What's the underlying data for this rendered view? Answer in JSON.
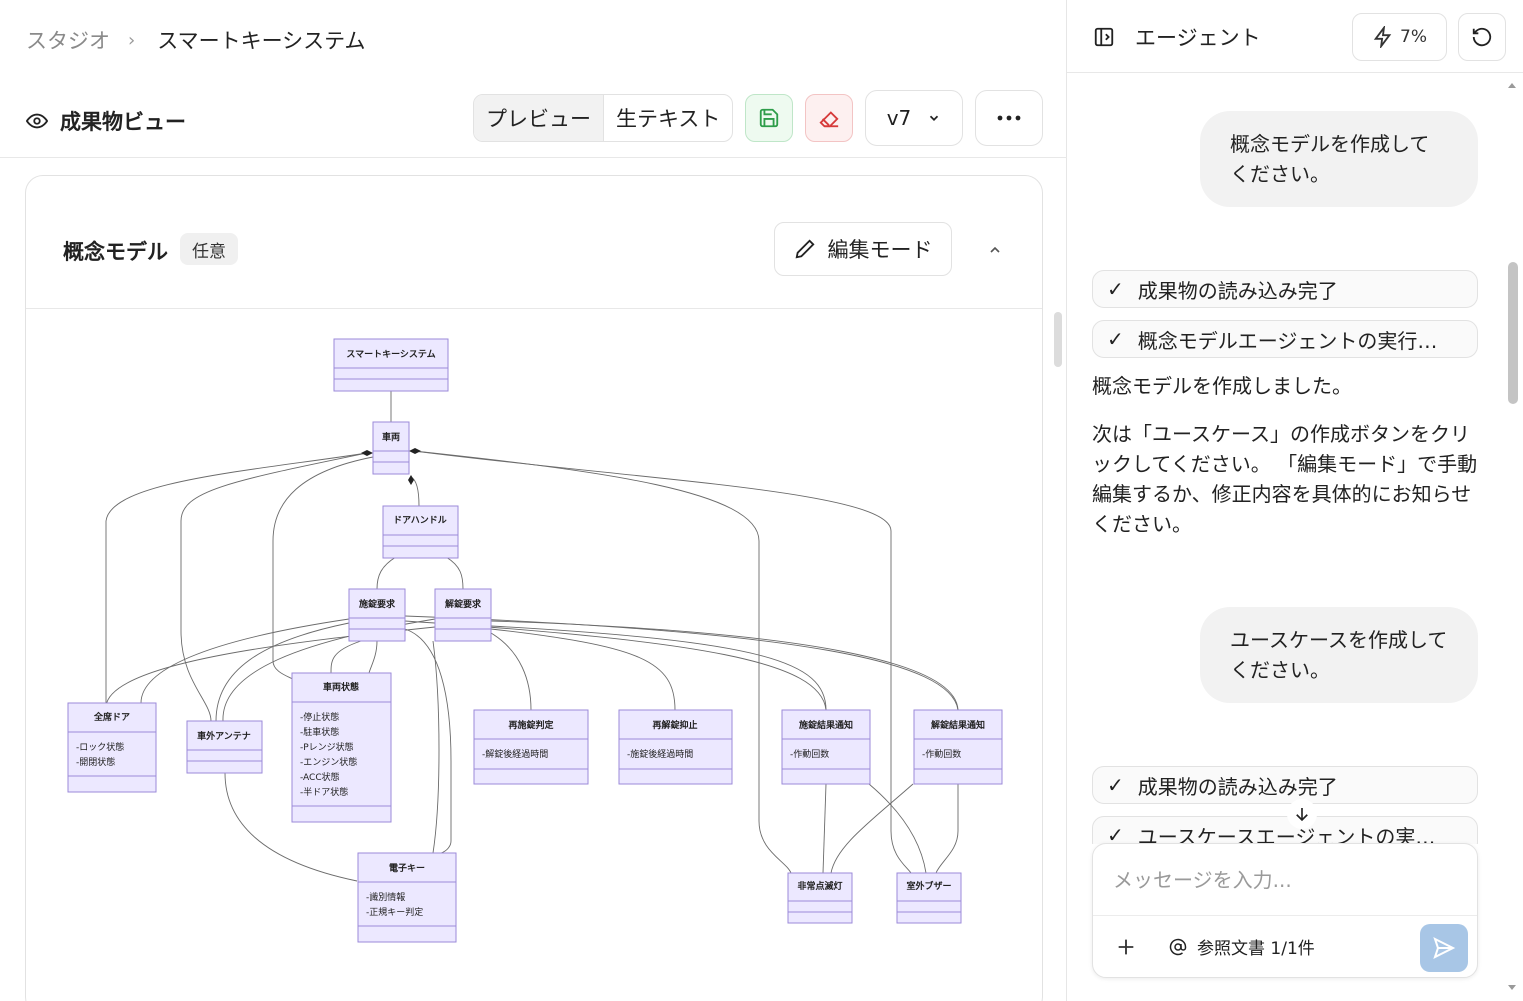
{
  "breadcrumb": {
    "root": "スタジオ",
    "current": "スマートキーシステム"
  },
  "view": {
    "title": "成果物ビュー",
    "tabs": [
      "プレビュー",
      "生テキスト"
    ],
    "version": "v7"
  },
  "card": {
    "title": "概念モデル",
    "badge": "任意",
    "edit_label": "編集モード"
  },
  "diagram": {
    "classes": [
      {
        "name": "スマートキーシステム",
        "attrs": []
      },
      {
        "name": "車両",
        "attrs": []
      },
      {
        "name": "ドアハンドル",
        "attrs": []
      },
      {
        "name": "施錠要求",
        "attrs": []
      },
      {
        "name": "解錠要求",
        "attrs": []
      },
      {
        "name": "全席ドア",
        "attrs": [
          "-ロック状態",
          "-開閉状態"
        ]
      },
      {
        "name": "車外アンテナ",
        "attrs": []
      },
      {
        "name": "車両状態",
        "attrs": [
          "-停止状態",
          "-駐車状態",
          "-Pレンジ状態",
          "-エンジン状態",
          "-ACC状態",
          "-半ドア状態"
        ]
      },
      {
        "name": "再施錠判定",
        "attrs": [
          "-解錠後経過時間"
        ]
      },
      {
        "name": "再解錠抑止",
        "attrs": [
          "-施錠後経過時間"
        ]
      },
      {
        "name": "施錠結果通知",
        "attrs": [
          "-作動回数"
        ]
      },
      {
        "name": "解錠結果通知",
        "attrs": [
          "-作動回数"
        ]
      },
      {
        "name": "電子キー",
        "attrs": [
          "-識別情報",
          "-正規キー判定"
        ]
      },
      {
        "name": "非常点滅灯",
        "attrs": []
      },
      {
        "name": "室外ブザー",
        "attrs": []
      }
    ]
  },
  "agent": {
    "title": "エージェント",
    "usage": "7%",
    "messages": {
      "user1": "概念モデルを作成してください。",
      "status1": "成果物の読み込み完了",
      "status2": "概念モデルエージェントの実行…",
      "reply1": "概念モデルを作成しました。",
      "reply2": "次は「ユースケース」の作成ボタンをクリックしてください。 「編集モード」で手動編集するか、修正内容を具体的にお知らせください。",
      "user2": "ユースケースを作成してください。",
      "status3": "成果物の読み込み完了",
      "status4": "ユースケースエージェントの実…"
    },
    "input_placeholder": "メッセージを入力...",
    "ref_docs": "参照文書 1/1件"
  }
}
